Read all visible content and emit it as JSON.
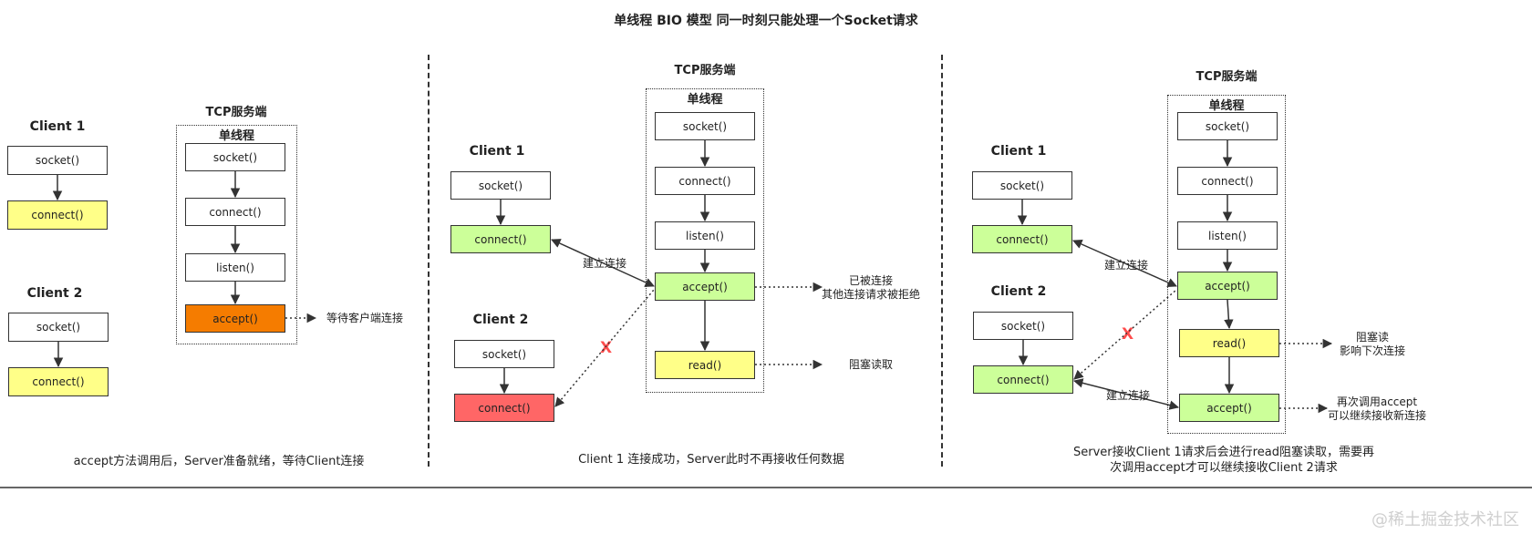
{
  "title": "单线程 BIO 模型 同一时刻只能处理一个Socket请求",
  "panel1": {
    "client1": "Client 1",
    "client2": "Client 2",
    "server_title": "TCP服务端",
    "thread_label": "单线程",
    "c1_socket": "socket()",
    "c1_connect": "connect()",
    "c2_socket": "socket()",
    "c2_connect": "connect()",
    "s_socket": "socket()",
    "s_connect": "connect()",
    "s_listen": "listen()",
    "s_accept": "accept()",
    "accept_note": "等待客户端连接",
    "caption": "accept方法调用后，Server准备就绪，等待Client连接"
  },
  "panel2": {
    "client1": "Client 1",
    "client2": "Client 2",
    "server_title": "TCP服务端",
    "thread_label": "单线程",
    "c1_socket": "socket()",
    "c1_connect": "connect()",
    "c2_socket": "socket()",
    "c2_connect": "connect()",
    "s_socket": "socket()",
    "s_connect": "connect()",
    "s_listen": "listen()",
    "s_accept": "accept()",
    "s_read": "read()",
    "link_label": "建立连接",
    "x_mark": "X",
    "accept_note_1": "已被连接",
    "accept_note_2": "其他连接请求被拒绝",
    "read_note": "阻塞读取",
    "caption": "Client 1 连接成功，Server此时不再接收任何数据"
  },
  "panel3": {
    "client1": "Client 1",
    "client2": "Client 2",
    "server_title": "TCP服务端",
    "thread_label": "单线程",
    "c1_socket": "socket()",
    "c1_connect": "connect()",
    "c2_socket": "socket()",
    "c2_connect": "connect()",
    "s_socket": "socket()",
    "s_connect": "connect()",
    "s_listen": "listen()",
    "s_accept": "accept()",
    "s_read": "read()",
    "s_accept2": "accept()",
    "link_label_1": "建立连接",
    "link_label_2": "建立连接",
    "x_mark": "X",
    "read_note_1": "阻塞读",
    "read_note_2": "影响下次连接",
    "accept2_note_1": "再次调用accept",
    "accept2_note_2": "可以继续接收新连接",
    "caption_1": "Server接收Client 1请求后会进行read阻塞读取，需要再",
    "caption_2": "次调用accept才可以继续接收Client 2请求"
  },
  "watermark": "@稀土掘金技术社区",
  "colors": {
    "yellow": "#ffff88",
    "green": "#ccff99",
    "orange": "#f57c00",
    "red": "#ff6666",
    "x_red": "#ff4d4d"
  }
}
